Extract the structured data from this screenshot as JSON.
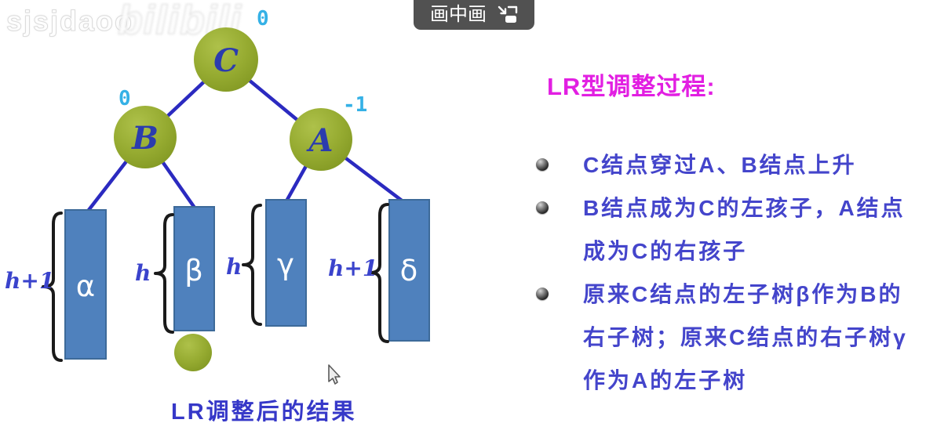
{
  "watermarks": {
    "username": "sjsjdaoo",
    "logo": "bilibili"
  },
  "pip_button": {
    "label": "画中画"
  },
  "diagram": {
    "nodes": [
      {
        "id": "C",
        "label": "C",
        "balance": "0"
      },
      {
        "id": "B",
        "label": "B",
        "balance": "0"
      },
      {
        "id": "A",
        "label": "A",
        "balance": "-1"
      }
    ],
    "subtrees": [
      {
        "label": "α",
        "height": "h+1"
      },
      {
        "label": "β",
        "height": "h"
      },
      {
        "label": "γ",
        "height": "h"
      },
      {
        "label": "δ",
        "height": "h+1"
      }
    ],
    "caption": "LR调整后的结果",
    "colors": {
      "node_green": "#96ab31",
      "subtree_blue": "#4f81bd",
      "subtree_border": "#3d6a99",
      "edge_blue": "#2b2ac0",
      "balance_cyan": "#35b1e6",
      "height_label_blue": "#3a43cc",
      "caption_blue": "#3638c8"
    }
  },
  "process_panel": {
    "title": "LR型调整过程:",
    "title_color": "#e21fe2",
    "text_color": "#4445cb",
    "rows": [
      {
        "bullet": true,
        "text": "C结点穿过A、B结点上升"
      },
      {
        "bullet": true,
        "text": "B结点成为C的左孩子，A结点"
      },
      {
        "bullet": false,
        "text": "成为C的右孩子"
      },
      {
        "bullet": true,
        "text": "原来C结点的左子树β作为B的"
      },
      {
        "bullet": false,
        "text": "右子树；原来C结点的右子树γ"
      },
      {
        "bullet": false,
        "text": "作为A的左子树"
      }
    ]
  }
}
